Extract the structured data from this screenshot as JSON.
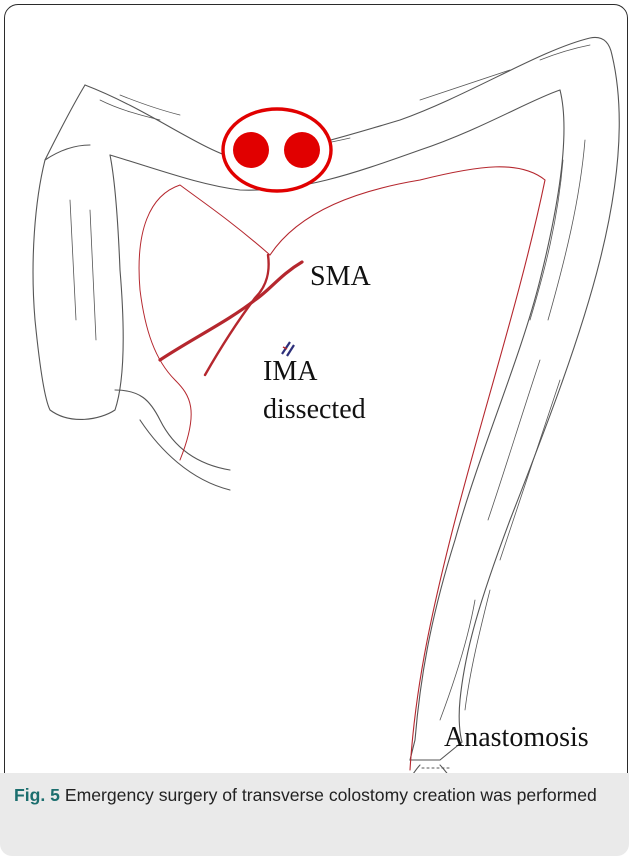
{
  "labels": {
    "sma": "SMA",
    "ima_line1": "IMA",
    "ima_line2": "dissected",
    "anastomosis": "Anastomosis"
  },
  "caption": {
    "figure_label": "Fig. 5",
    "text": " Emergency surgery of transverse colostomy creation was performed"
  },
  "colors": {
    "outline": "#444444",
    "vessel": "#b5272e",
    "stoma": "#e10000",
    "caption_bg": "#eaeaea",
    "fig_label": "#1b6e6e"
  }
}
